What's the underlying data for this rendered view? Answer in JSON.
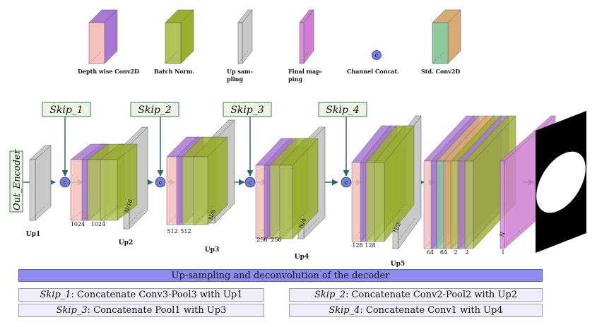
{
  "legend": [
    {
      "key": "dw",
      "label_lines": [
        "Depth wise Conv2D"
      ],
      "front": "#f5c0bd",
      "side": "#a878d4"
    },
    {
      "key": "bn",
      "label_lines": [
        "Batch Norm."
      ],
      "front": "#b2c25a",
      "side": "#9aae2e"
    },
    {
      "key": "up",
      "label_lines": [
        "Up sam-",
        "pling"
      ],
      "front": "#d0d0d0",
      "side": "#c8c8c8"
    },
    {
      "key": "fm",
      "label_lines": [
        "Final map-",
        "ping"
      ],
      "front": "#dc8ede",
      "side": "#cf7fd2"
    },
    {
      "key": "cc",
      "label_lines": [
        "Channel Concat."
      ],
      "front": "#6f7ee0",
      "side": "#6f7ee0"
    },
    {
      "key": "sc",
      "label_lines": [
        "Std. Conv2D"
      ],
      "front": "#8ec89e",
      "side": "#d9aa72"
    }
  ],
  "concat_symbol": "c",
  "input_label": "Out_Encoder",
  "skips": [
    "Skip_1",
    "Skip_2",
    "Skip_3",
    "Skip_4"
  ],
  "stages": [
    "Up1",
    "Up2",
    "Up3",
    "Up4",
    "Up5"
  ],
  "filter_labels": [
    "1024",
    "1024",
    "512",
    "512",
    "256",
    "256",
    "128",
    "128",
    "64",
    "64",
    "2",
    "2",
    "1"
  ],
  "size_labels": [
    "N/16",
    "N/8",
    "N/4",
    "N/2",
    "N"
  ],
  "banner": "Up-sampling and deconvolution of the decoder",
  "descriptions": [
    {
      "skip": "Skip_1",
      "text": ": Concatenate Conv3-Pool3 with Up1"
    },
    {
      "skip": "Skip_2",
      "text": ": Concatenate Conv2-Pool2 with Up2"
    },
    {
      "skip": "Skip_3",
      "text": ": Concatenate Pool1 with Up3"
    },
    {
      "skip": "Skip_4",
      "text": ": Concatenate Conv1 with Up4"
    }
  ],
  "colors": {
    "arrow": "#2a6a70",
    "skip_box_fill": "#eaf5e6",
    "skip_box_border": "#3f7a48",
    "banner": "#8c8cf0",
    "description_fill": "#eeeefb"
  }
}
